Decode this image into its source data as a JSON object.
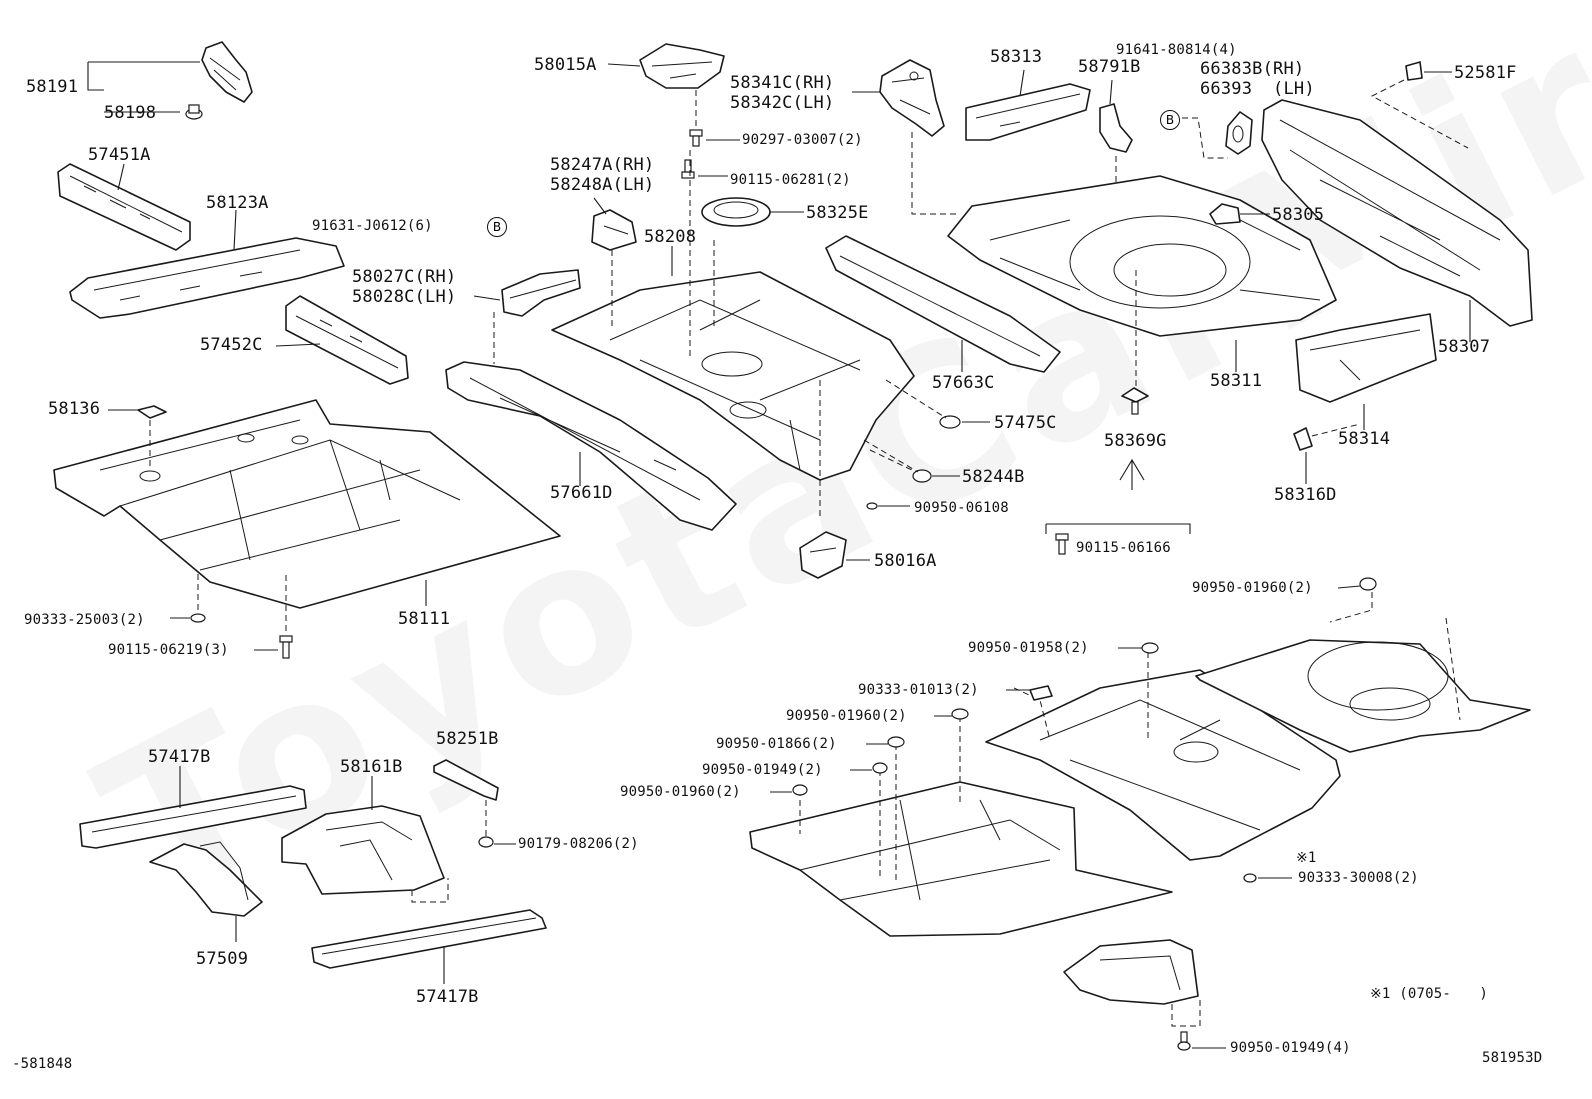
{
  "watermark": "ToyotaCarMire.ru",
  "bottom_left_code": "-581848",
  "bottom_right_code": "581953D",
  "note": "※1 (0705-　　)",
  "circle_marker": "B",
  "labels": {
    "p58191": "58191",
    "p58198": "58198",
    "p57451A": "57451A",
    "p58123A": "58123A",
    "p91631": "91631-J0612(6)",
    "p58027C": "58027C(RH)",
    "p58028C": "58028C(LH)",
    "p57452C": "57452C",
    "p58136": "58136",
    "p58111": "58111",
    "p90333_25003": "90333-25003(2)",
    "p90115_06219": "90115-06219(3)",
    "p58015A": "58015A",
    "p90297": "90297-03007(2)",
    "p90115_06281": "90115-06281(2)",
    "p58247A": "58247A(RH)",
    "p58248A": "58248A(LH)",
    "p58208": "58208",
    "p58325E": "58325E",
    "p57661D": "57661D",
    "p57475C": "57475C",
    "p58244B": "58244B",
    "p90950_06108": "90950-06108",
    "p58016A": "58016A",
    "p58341C": "58341C(RH)",
    "p58342C": "58342C(LH)",
    "p58313": "58313",
    "p58791B": "58791B",
    "p91641": "91641-80814(4)",
    "p66383B": "66383B(RH)",
    "p66393": "66393  (LH)",
    "p52581F": "52581F",
    "p58305": "58305",
    "p57663C": "57663C",
    "p58311": "58311",
    "p58307": "58307",
    "p58369G": "58369G",
    "p58314": "58314",
    "p58316D": "58316D",
    "p90115_06166": "90115-06166",
    "p90950_01960a": "90950-01960(2)",
    "p90950_01958": "90950-01958(2)",
    "p90333_01013": "90333-01013(2)",
    "p90950_01960b": "90950-01960(2)",
    "p90950_01866": "90950-01866(2)",
    "p90950_01949a": "90950-01949(2)",
    "p90950_01960c": "90950-01960(2)",
    "p57417B_top": "57417B",
    "p58161B": "58161B",
    "p58251B": "58251B",
    "p90179": "90179-08206(2)",
    "p57509": "57509",
    "p57417B_bottom": "57417B",
    "p_ref1": "※1",
    "p90333_30008": "90333-30008(2)",
    "p90950_01949b": "90950-01949(4)"
  }
}
